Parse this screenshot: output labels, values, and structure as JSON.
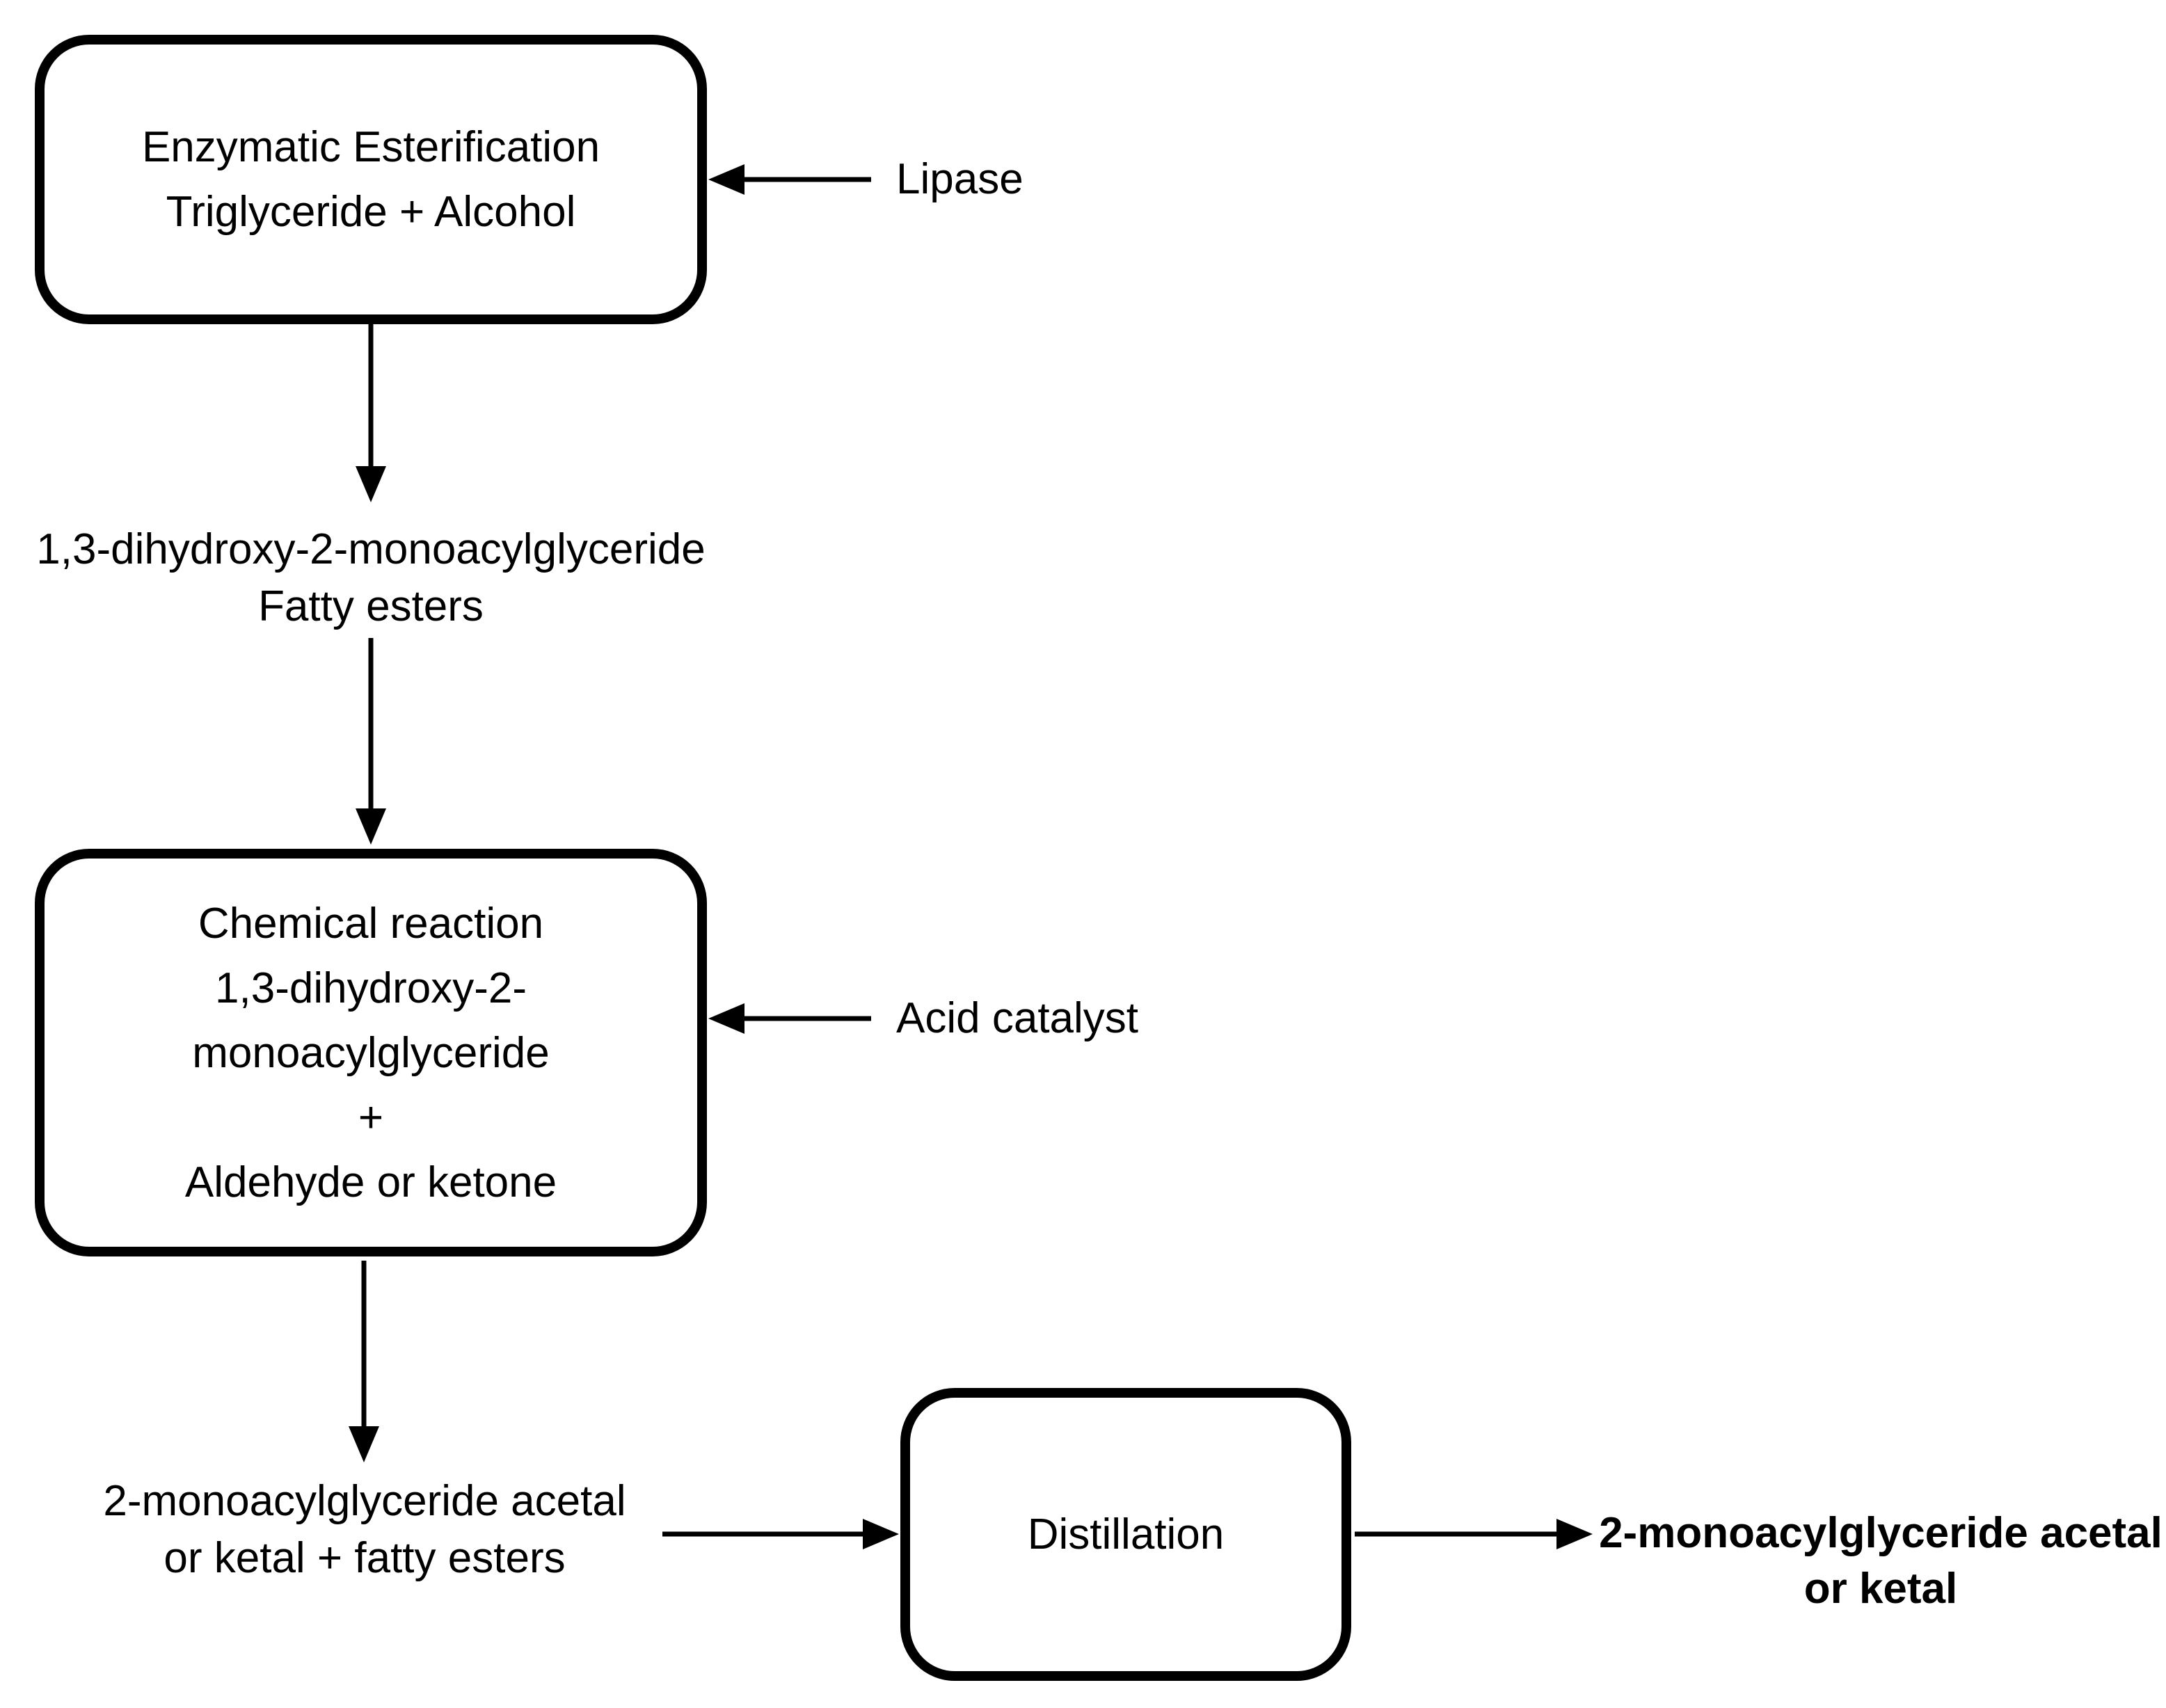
{
  "flowchart": {
    "colors": {
      "stroke": "#000000",
      "text": "#000000",
      "background": "#ffffff"
    },
    "box_enzymatic": {
      "lines": [
        "Enzymatic Esterification",
        "Triglyceride + Alcohol"
      ]
    },
    "label_lipase": "Lipase",
    "intermediate_1": {
      "lines": [
        "1,3-dihydroxy-2-monoacylglyceride",
        "Fatty esters"
      ]
    },
    "box_chemical": {
      "lines": [
        "Chemical reaction",
        "1,3-dihydroxy-2-",
        "monoacylglyceride",
        "+",
        "Aldehyde or ketone"
      ]
    },
    "label_acid_catalyst": "Acid catalyst",
    "intermediate_2": {
      "lines": [
        "2-monoacylglyceride acetal",
        "or ketal + fatty esters"
      ]
    },
    "box_distillation": {
      "lines": [
        "Distillation"
      ]
    },
    "product": {
      "lines": [
        "2-monoacylglyceride acetal",
        "or ketal"
      ]
    }
  }
}
